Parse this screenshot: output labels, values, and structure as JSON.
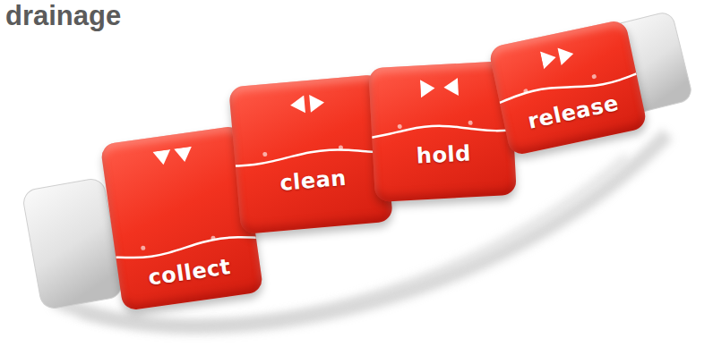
{
  "diagram": {
    "title": "drainage",
    "nodes": [
      {
        "text": [
          "collect"
        ]
      },
      {
        "text": [
          "clean"
        ]
      },
      {
        "text": [
          "hold"
        ]
      },
      {
        "text": [
          "release"
        ]
      }
    ]
  }
}
